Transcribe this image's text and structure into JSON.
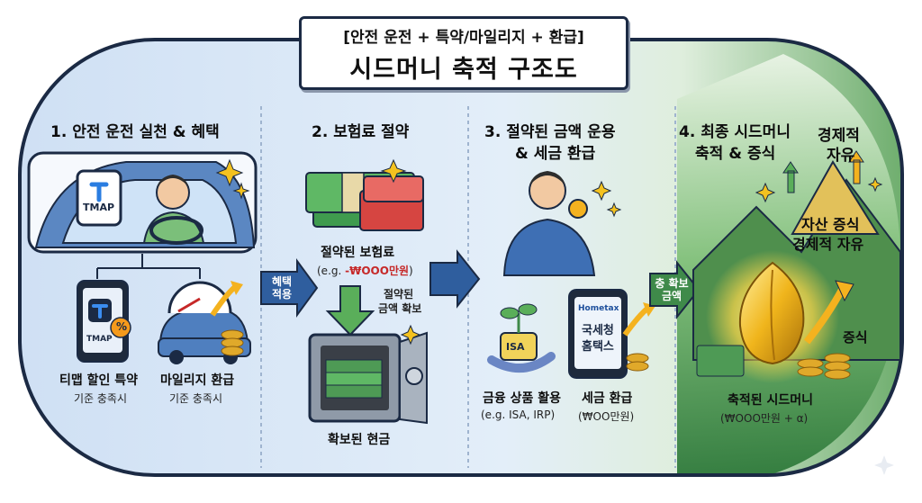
{
  "title": {
    "line1": "[안전 운전 + 특약/마일리지 + 환급]",
    "line2": "시드머니 축적 구조도"
  },
  "steps": [
    {
      "heading": "1. 안전 운전 실천 & 혜택",
      "phone_app": "TMAP",
      "items": [
        {
          "label": "티맵 할인 특약",
          "note": "기준 충족시"
        },
        {
          "label": "마일리지 환급",
          "note": "기준 충족시"
        }
      ]
    },
    {
      "heading": "2. 보험료 절약",
      "saved_label": "절약된 보험료",
      "saved_note_prefix": "(e.g. ",
      "saved_note_value": "-₩OOO만원",
      "saved_note_suffix": ")",
      "secured_line1": "절약된",
      "secured_line2": "금액 확보",
      "cash_label": "확보된 현금"
    },
    {
      "heading_line1": "3. 절약된 금액 운용",
      "heading_line2": "& 세금 환급",
      "items": [
        {
          "label": "금융 상품 활용",
          "note": "(e.g. ISA, IRP)",
          "badge": "ISA"
        },
        {
          "label": "세금 환급",
          "note": "(₩OO만원)",
          "screen_brand": "Hometax",
          "screen_line1": "국세청",
          "screen_line2": "홈택스"
        }
      ]
    },
    {
      "heading_line1": "4. 최종 시드머니",
      "heading_line2": "축적 & 증식",
      "peak_line1": "경제적",
      "peak_line2": "자유",
      "mountain_line1": "자산 증식",
      "mountain_line2": "경제적 자유",
      "growth_label": "증식",
      "seed_label": "축적된 시드머니",
      "seed_note": "(₩OOO만원 + α)"
    }
  ],
  "arrows": [
    {
      "line1": "혜택",
      "line2": "적용"
    },
    {
      "line1": "",
      "line2": ""
    },
    {
      "line1": "충 확보",
      "line2": "금액"
    }
  ],
  "colors": {
    "frame": "#1b2a44",
    "blue_bg": "#d7e6f7",
    "green": "#3f8a4a",
    "arrow_blue": "#2f5e9e",
    "arrow_green": "#3f8a4a",
    "accent_red": "#c62828"
  }
}
